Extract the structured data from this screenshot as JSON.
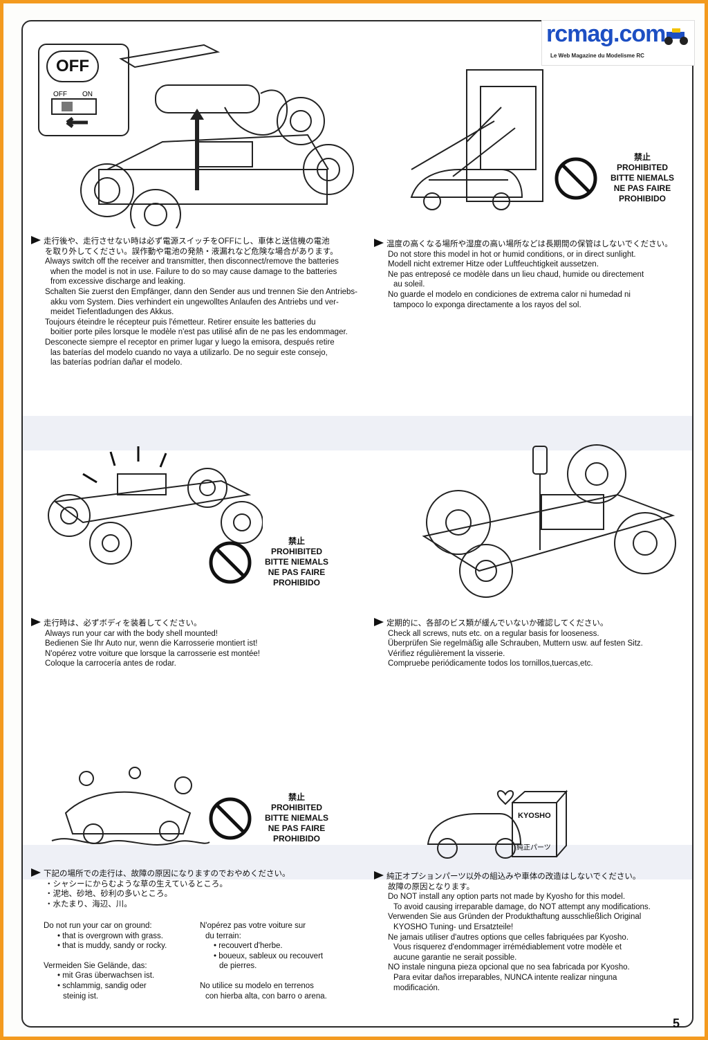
{
  "logo": {
    "name": "rcmag.com",
    "tagline": "Le Web Magazine du Modelisme RC"
  },
  "page_number": "5",
  "switch_panel": {
    "off_label": "OFF",
    "switch_off": "OFF",
    "switch_on": "ON"
  },
  "prohibited_label": [
    "禁止",
    "PROHIBITED",
    "BITTE NIEMALS",
    "NE PAS FAIRE",
    "PROHIBIDO"
  ],
  "sections": {
    "switch_off": [
      "走行後や、走行させない時は必ず電源スイッチをOFFにし、車体と送信機の電池",
      "を取り外してください。誤作動や電池の発熱・液漏れなど危険な場合があります。",
      "Always switch off the receiver and transmitter, then disconnect/remove the batteries",
      "when the model is not in use.  Failure to do so may cause damage to the batteries",
      "from excessive discharge and leaking.",
      "Schalten Sie zuerst den Empfänger, dann den Sender aus und trennen Sie den Antriebs-",
      "akku vom System.  Dies verhindert ein ungewolltes Anlaufen des Antriebs und ver-",
      "meidet Tiefentladungen des Akkus.",
      "Toujours éteindre le récepteur puis l'émetteur.  Retirer ensuite les batteries du",
      "boitier porte piles lorsque le modèle n'est pas utilisé afin de ne pas les endommager.",
      "Desconecte siempre el receptor en primer lugar y luego la emisora, después retire",
      "las baterías del modelo cuando no vaya a utilizarlo. De no seguir este consejo,",
      "las baterías podrían dañar el modelo."
    ],
    "storage": [
      "温度の高くなる場所や湿度の高い場所などは長期間の保管はしないでください。",
      "Do not store this model in hot or humid conditions, or in direct sunlight.",
      "Modell nicht extremer Hitze oder Luftfeuchtigkeit aussetzen.",
      "Ne pas entreposé ce modèle dans un lieu chaud, humide  ou directement",
      "au soleil.",
      "No guarde el modelo en condiciones de extrema calor ni humedad ni",
      "tampoco lo exponga directamente a los rayos del sol."
    ],
    "body_shell": [
      "走行時は、必ずボディを装着してください。",
      "Always run your car with the body shell mounted!",
      "Bedienen Sie Ihr Auto nur, wenn die Karrosserie montiert ist!",
      "N'opérez votre voiture que lorsque la carrosserie est montée!",
      "Coloque la carrocería antes de rodar."
    ],
    "screws": [
      "定期的に、各部のビス類が緩んでいないか確認してください。",
      "Check all screws, nuts etc. on a regular basis for looseness.",
      "Überprüfen Sie regelmäßig alle Schrauben, Muttern usw. auf festen Sitz.",
      "Vérifiez régulièrement la visserie.",
      "Compruebe periódicamente todos los tornillos,tuercas,etc."
    ],
    "terrain_jp": [
      "下記の場所での走行は、故障の原因になりますのでおやめください。",
      "・シャシーにからむような草の生えているところ。",
      "・泥地、砂地、砂利の多いところ。",
      "・水たまり、海辺、川。"
    ],
    "terrain_en_de": [
      "Do not run your car on ground:",
      "• that is overgrown with grass.",
      "• that is muddy, sandy or rocky.",
      "",
      "Vermeiden Sie Gelände, das:",
      "• mit Gras überwachsen ist.",
      "• schlammig, sandig oder",
      "steinig ist."
    ],
    "terrain_fr_es": [
      "N'opérez pas votre voiture sur",
      "du terrain:",
      "• recouvert d'herbe.",
      "• boueux, sableux ou recouvert",
      "de pierres.",
      "",
      "No utilice su modelo en terrenos",
      "con hierba alta, con barro o arena."
    ],
    "genuine_parts": [
      "純正オプションパーツ以外の組込みや車体の改造はしないでください。",
      "故障の原因となります。",
      "Do NOT install any option parts not made by Kyosho for this model.",
      "To avoid causing irreparable damage, do NOT attempt any modifications.",
      "Verwenden Sie aus Gründen der Produkthaftung ausschließlich Original",
      "KYOSHO Tuning- und Ersatzteile!",
      "Ne jamais utiliser d'autres options que celles fabriquées par Kyosho.",
      "Vous risquerez d'endommager irrémédiablement votre modèle et",
      "aucune garantie ne serait possible.",
      "NO instale ninguna pieza opcional que no sea fabricada por Kyosho.",
      "Para evitar daños irreparables, NUNCA intente realizar ninguna",
      "modificación."
    ]
  },
  "kyosho_box": {
    "brand": "KYOSHO",
    "label": "純正パーツ"
  },
  "colors": {
    "frame": "#f39a1e",
    "logo_blue": "#1d4fc3"
  }
}
